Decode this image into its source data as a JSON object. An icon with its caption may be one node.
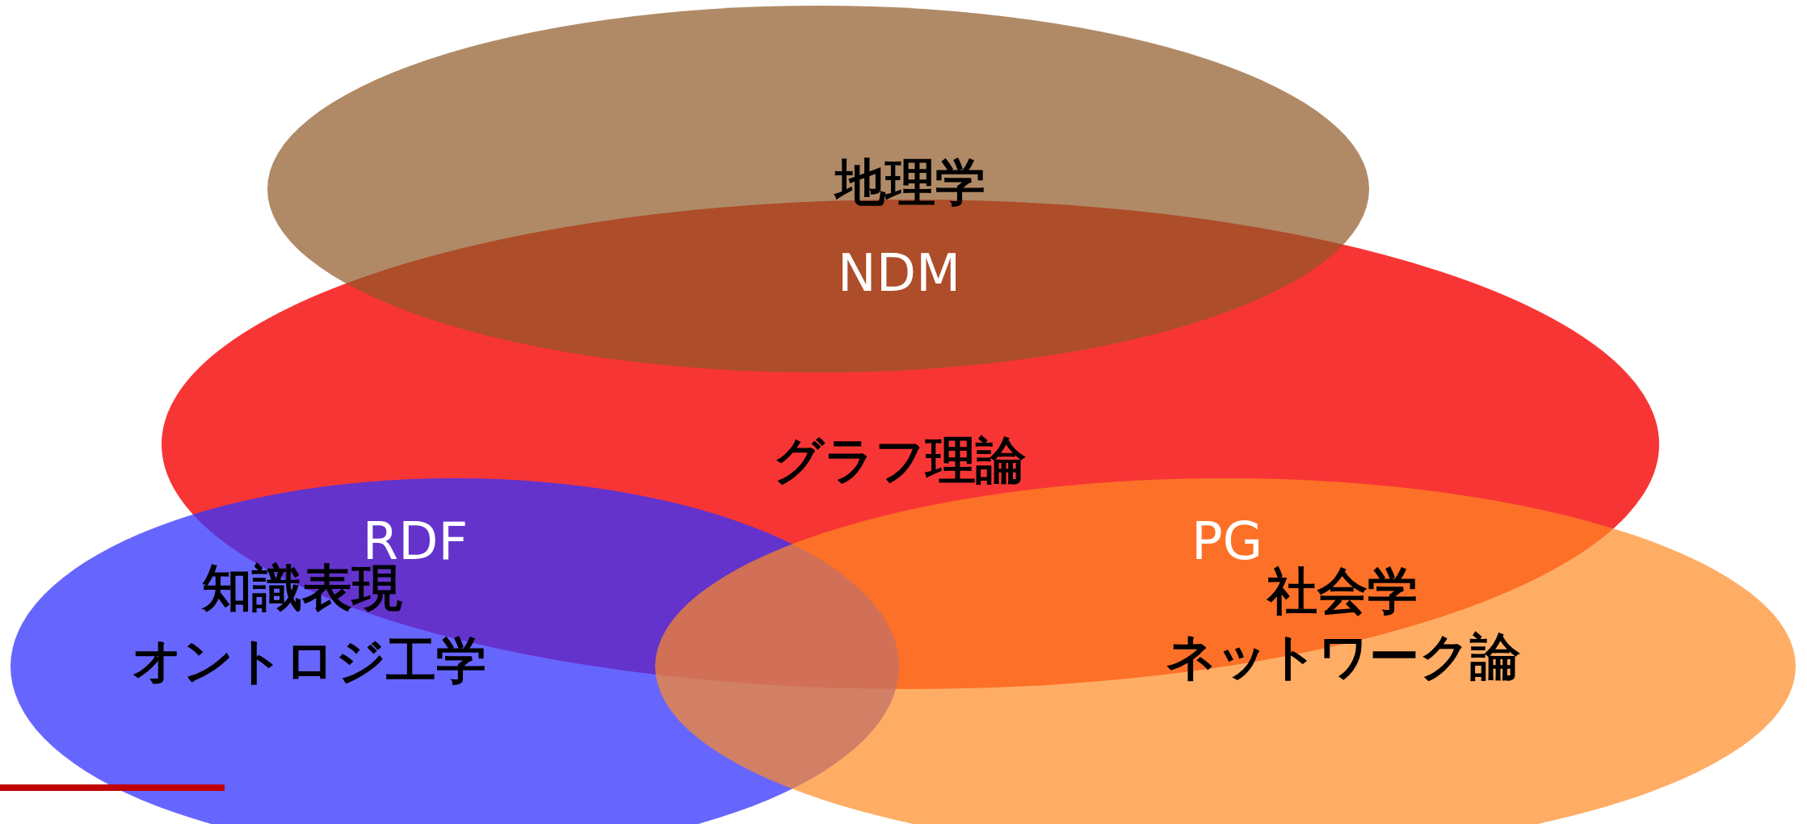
{
  "diagram": {
    "nodes": [
      {
        "text": [
          "地理学"
        ]
      },
      {
        "text": [
          "グラフ理論"
        ]
      },
      {
        "text": [
          "知識表現",
          "オントロジ工学"
        ]
      },
      {
        "text": [
          "社会学",
          "ネットワーク論"
        ]
      }
    ],
    "labels": [
      "NDM",
      "RDF",
      "PG"
    ]
  }
}
